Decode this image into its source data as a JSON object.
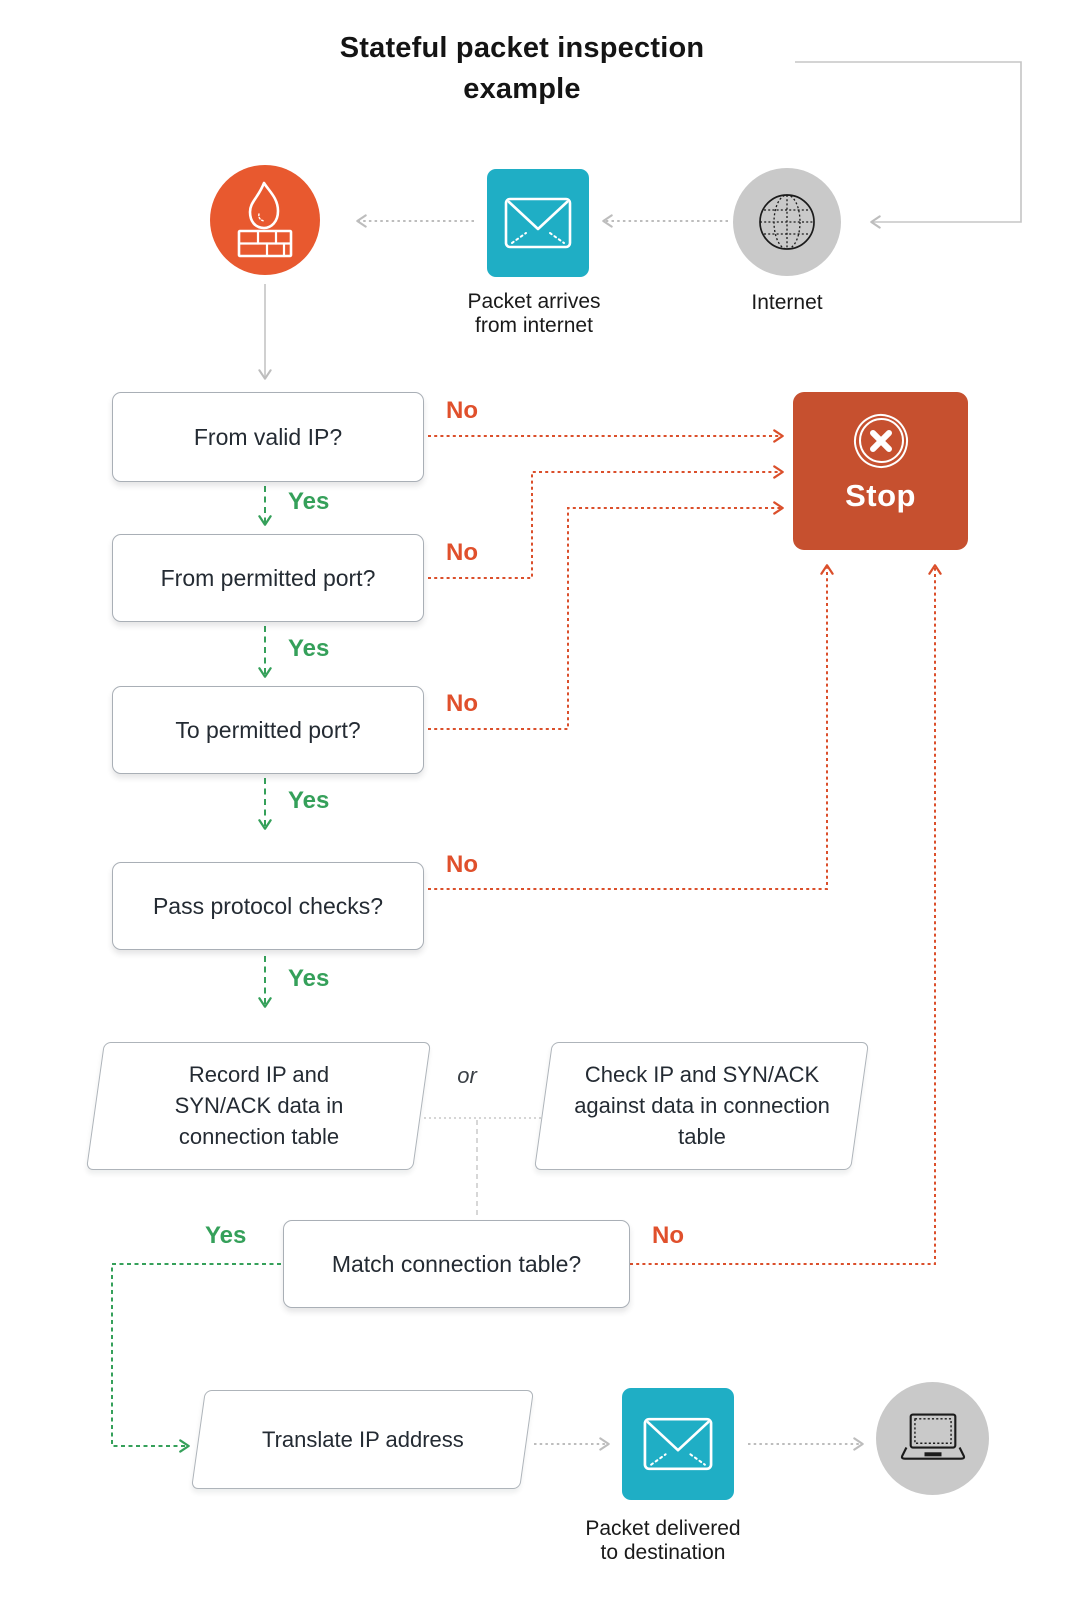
{
  "title": {
    "line1": "Stateful packet inspection",
    "line2": "example"
  },
  "colors": {
    "firewall_orange": "#E8592F",
    "stop_red": "#C6502F",
    "packet_teal": "#1FAEC5",
    "neutral_gray": "#C9C9C9",
    "yes_green": "#35A05A",
    "no_red": "#E0502C"
  },
  "top_row": {
    "packet_label_line1": "Packet arrives",
    "packet_label_line2": "from internet",
    "internet_label": "Internet"
  },
  "decisions": {
    "valid_ip": "From valid IP?",
    "from_port": "From permitted port?",
    "to_port": "To permitted port?",
    "protocol": "Pass protocol checks?",
    "match_table": "Match connection table?"
  },
  "branch_labels": {
    "yes": "Yes",
    "no": "No"
  },
  "processes": {
    "record": "Record IP and SYN/ACK data in connection table",
    "check": "Check IP and SYN/ACK against data in connection table",
    "or_label": "or",
    "translate": "Translate IP address"
  },
  "stop": {
    "label": "Stop"
  },
  "delivery": {
    "label_line1": "Packet delivered",
    "label_line2": "to destination"
  }
}
